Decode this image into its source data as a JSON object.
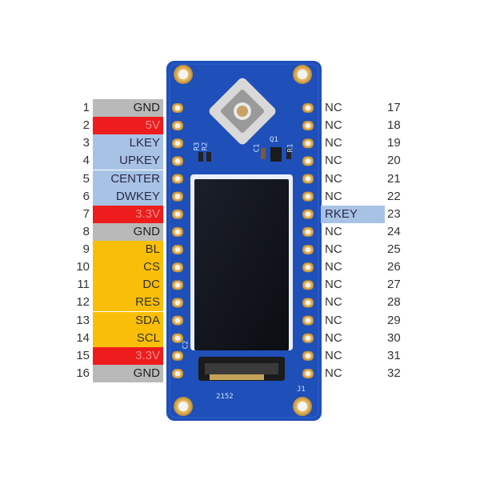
{
  "left_pins": [
    {
      "num": "1",
      "label": "GND",
      "color": "gray"
    },
    {
      "num": "2",
      "label": "5V",
      "color": "red"
    },
    {
      "num": "3",
      "label": "LKEY",
      "color": "blue"
    },
    {
      "num": "4",
      "label": "UPKEY",
      "color": "blue"
    },
    {
      "num": "5",
      "label": "CENTER",
      "color": "blue"
    },
    {
      "num": "6",
      "label": "DWKEY",
      "color": "blue"
    },
    {
      "num": "7",
      "label": "3.3V",
      "color": "red"
    },
    {
      "num": "8",
      "label": "GND",
      "color": "gray"
    },
    {
      "num": "9",
      "label": "BL",
      "color": "orange"
    },
    {
      "num": "10",
      "label": "CS",
      "color": "orange"
    },
    {
      "num": "11",
      "label": "DC",
      "color": "orange"
    },
    {
      "num": "12",
      "label": "RES",
      "color": "orange"
    },
    {
      "num": "13",
      "label": "SDA",
      "color": "orange"
    },
    {
      "num": "14",
      "label": "SCL",
      "color": "orange"
    },
    {
      "num": "15",
      "label": "3.3V",
      "color": "red"
    },
    {
      "num": "16",
      "label": "GND",
      "color": "gray"
    }
  ],
  "right_pins": [
    {
      "num": "17",
      "label": "NC",
      "color": "none"
    },
    {
      "num": "18",
      "label": "NC",
      "color": "none"
    },
    {
      "num": "19",
      "label": "NC",
      "color": "none"
    },
    {
      "num": "20",
      "label": "NC",
      "color": "none"
    },
    {
      "num": "21",
      "label": "NC",
      "color": "none"
    },
    {
      "num": "22",
      "label": "NC",
      "color": "none"
    },
    {
      "num": "23",
      "label": "RKEY",
      "color": "blue"
    },
    {
      "num": "24",
      "label": "NC",
      "color": "none"
    },
    {
      "num": "25",
      "label": "NC",
      "color": "none"
    },
    {
      "num": "26",
      "label": "NC",
      "color": "none"
    },
    {
      "num": "27",
      "label": "NC",
      "color": "none"
    },
    {
      "num": "28",
      "label": "NC",
      "color": "none"
    },
    {
      "num": "29",
      "label": "NC",
      "color": "none"
    },
    {
      "num": "30",
      "label": "NC",
      "color": "none"
    },
    {
      "num": "31",
      "label": "NC",
      "color": "none"
    },
    {
      "num": "32",
      "label": "NC",
      "color": "none"
    }
  ],
  "silkscreen": {
    "r3": "R3",
    "r2": "R2",
    "c1": "C1",
    "q1": "Q1",
    "r1": "R1",
    "c2": "C2",
    "j1": "J1",
    "bottom_code": "2152"
  },
  "colors": {
    "pcb": "#1f4fb8",
    "gnd": "#b9b9b9",
    "power": "#ee1c1c",
    "key": "#a8c2e6",
    "lcd_signal": "#f9bf08",
    "pad_gold": "#e2b257"
  }
}
